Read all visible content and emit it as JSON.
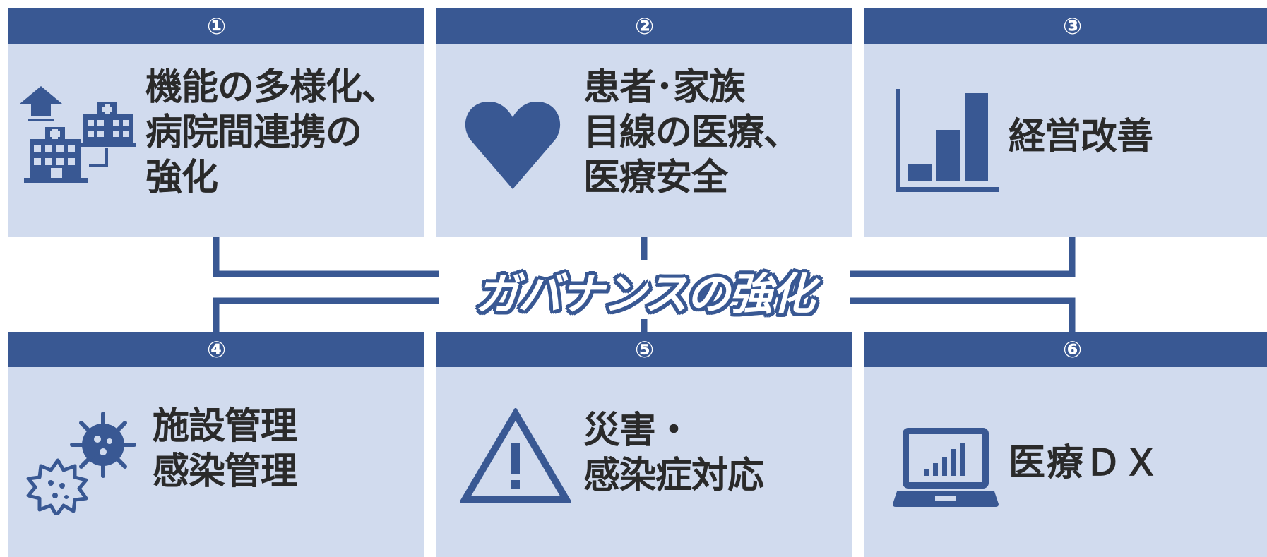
{
  "center": {
    "title": "ガバナンスの強化"
  },
  "cards": [
    {
      "number": "①",
      "label": "機能の多様化、\n病院間連携の\n強化",
      "icon": "hospital-network-icon"
    },
    {
      "number": "②",
      "label": "患者･家族\n目線の医療、\n医療安全",
      "icon": "heart-icon"
    },
    {
      "number": "③",
      "label": "経営改善",
      "icon": "bar-chart-icon"
    },
    {
      "number": "④",
      "label": "施設管理\n感染管理",
      "icon": "virus-icon"
    },
    {
      "number": "⑤",
      "label": "災害・\n感染症対応",
      "icon": "warning-icon"
    },
    {
      "number": "⑥",
      "label": "医療ＤＸ",
      "icon": "laptop-chart-icon"
    }
  ],
  "colors": {
    "accent": "#395893",
    "card_bg": "#d1dbee",
    "text": "#2a2a2a"
  }
}
